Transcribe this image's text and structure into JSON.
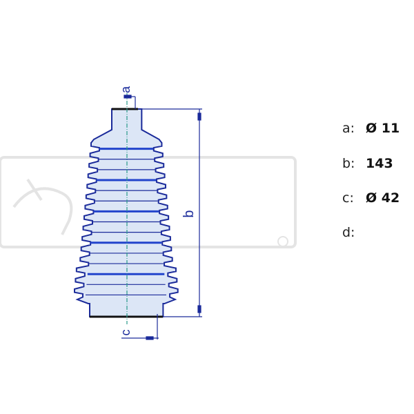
{
  "diagram": {
    "dimension_labels": {
      "a": "a",
      "b": "b",
      "c": "c"
    },
    "colors": {
      "outline": "#1a2a9a",
      "accent": "#2244cc",
      "fill": "#dce6f6",
      "centerline": "#2a9a8a",
      "watermark": "#e6e6e6"
    }
  },
  "specs": [
    {
      "label": "a:",
      "value": "Ø 11"
    },
    {
      "label": "b:",
      "value": "143"
    },
    {
      "label": "c:",
      "value": "Ø 42"
    },
    {
      "label": "d:",
      "value": ""
    }
  ]
}
